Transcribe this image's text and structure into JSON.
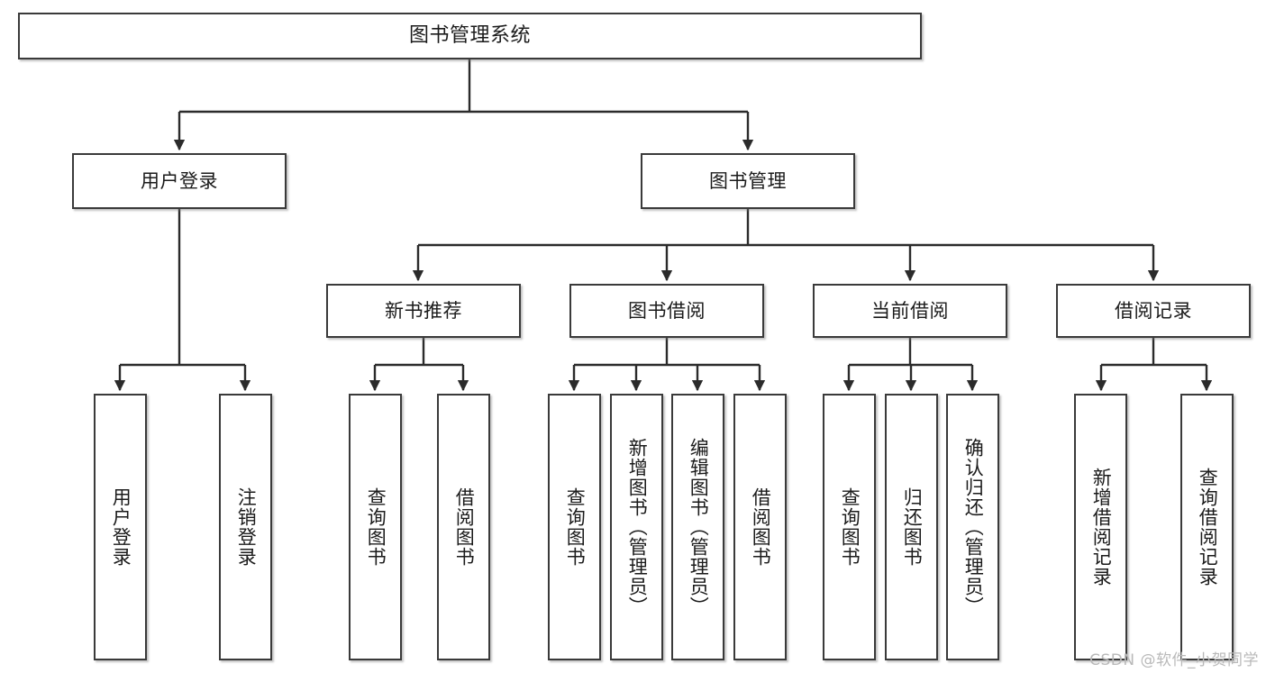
{
  "diagram": {
    "title": "图书管理系统",
    "type": "tree",
    "watermark": "CSDN @软件_小贺同学",
    "colors": {
      "node_border": "#3a3a3a",
      "node_fill": "#ffffff",
      "edge": "#2b2b2b",
      "text": "#1b1b1b",
      "watermark": "#b9b9b9",
      "background": "#ffffff"
    }
  },
  "nodes": {
    "root": {
      "label": "图书管理系统"
    },
    "level2": [
      {
        "id": "user-login",
        "label": "用户登录"
      },
      {
        "id": "book-manage",
        "label": "图书管理"
      }
    ],
    "level3": [
      {
        "id": "new-book-recommend",
        "label": "新书推荐"
      },
      {
        "id": "book-borrow",
        "label": "图书借阅"
      },
      {
        "id": "current-borrow",
        "label": "当前借阅"
      },
      {
        "id": "borrow-record",
        "label": "借阅记录"
      }
    ],
    "leaves": {
      "user_login": [
        {
          "id": "leaf-user-login",
          "label": "用户登录"
        },
        {
          "id": "leaf-logout-login",
          "label": "注销登录"
        }
      ],
      "new_book_recommend": [
        {
          "id": "leaf-query-book-1",
          "label": "查询图书"
        },
        {
          "id": "leaf-borrow-book-1",
          "label": "借阅图书"
        }
      ],
      "book_borrow": [
        {
          "id": "leaf-query-book-2",
          "label": "查询图书"
        },
        {
          "id": "leaf-add-book",
          "label": "新增图书（管理员）"
        },
        {
          "id": "leaf-edit-book",
          "label": "编辑图书（管理员）"
        },
        {
          "id": "leaf-borrow-book-2",
          "label": "借阅图书"
        }
      ],
      "current_borrow": [
        {
          "id": "leaf-query-book-3",
          "label": "查询图书"
        },
        {
          "id": "leaf-return-book",
          "label": "归还图书"
        },
        {
          "id": "leaf-confirm-return",
          "label": "确认归还（管理员）"
        }
      ],
      "borrow_record": [
        {
          "id": "leaf-add-record",
          "label": "新增借阅记录"
        },
        {
          "id": "leaf-query-record",
          "label": "查询借阅记录"
        }
      ]
    }
  }
}
